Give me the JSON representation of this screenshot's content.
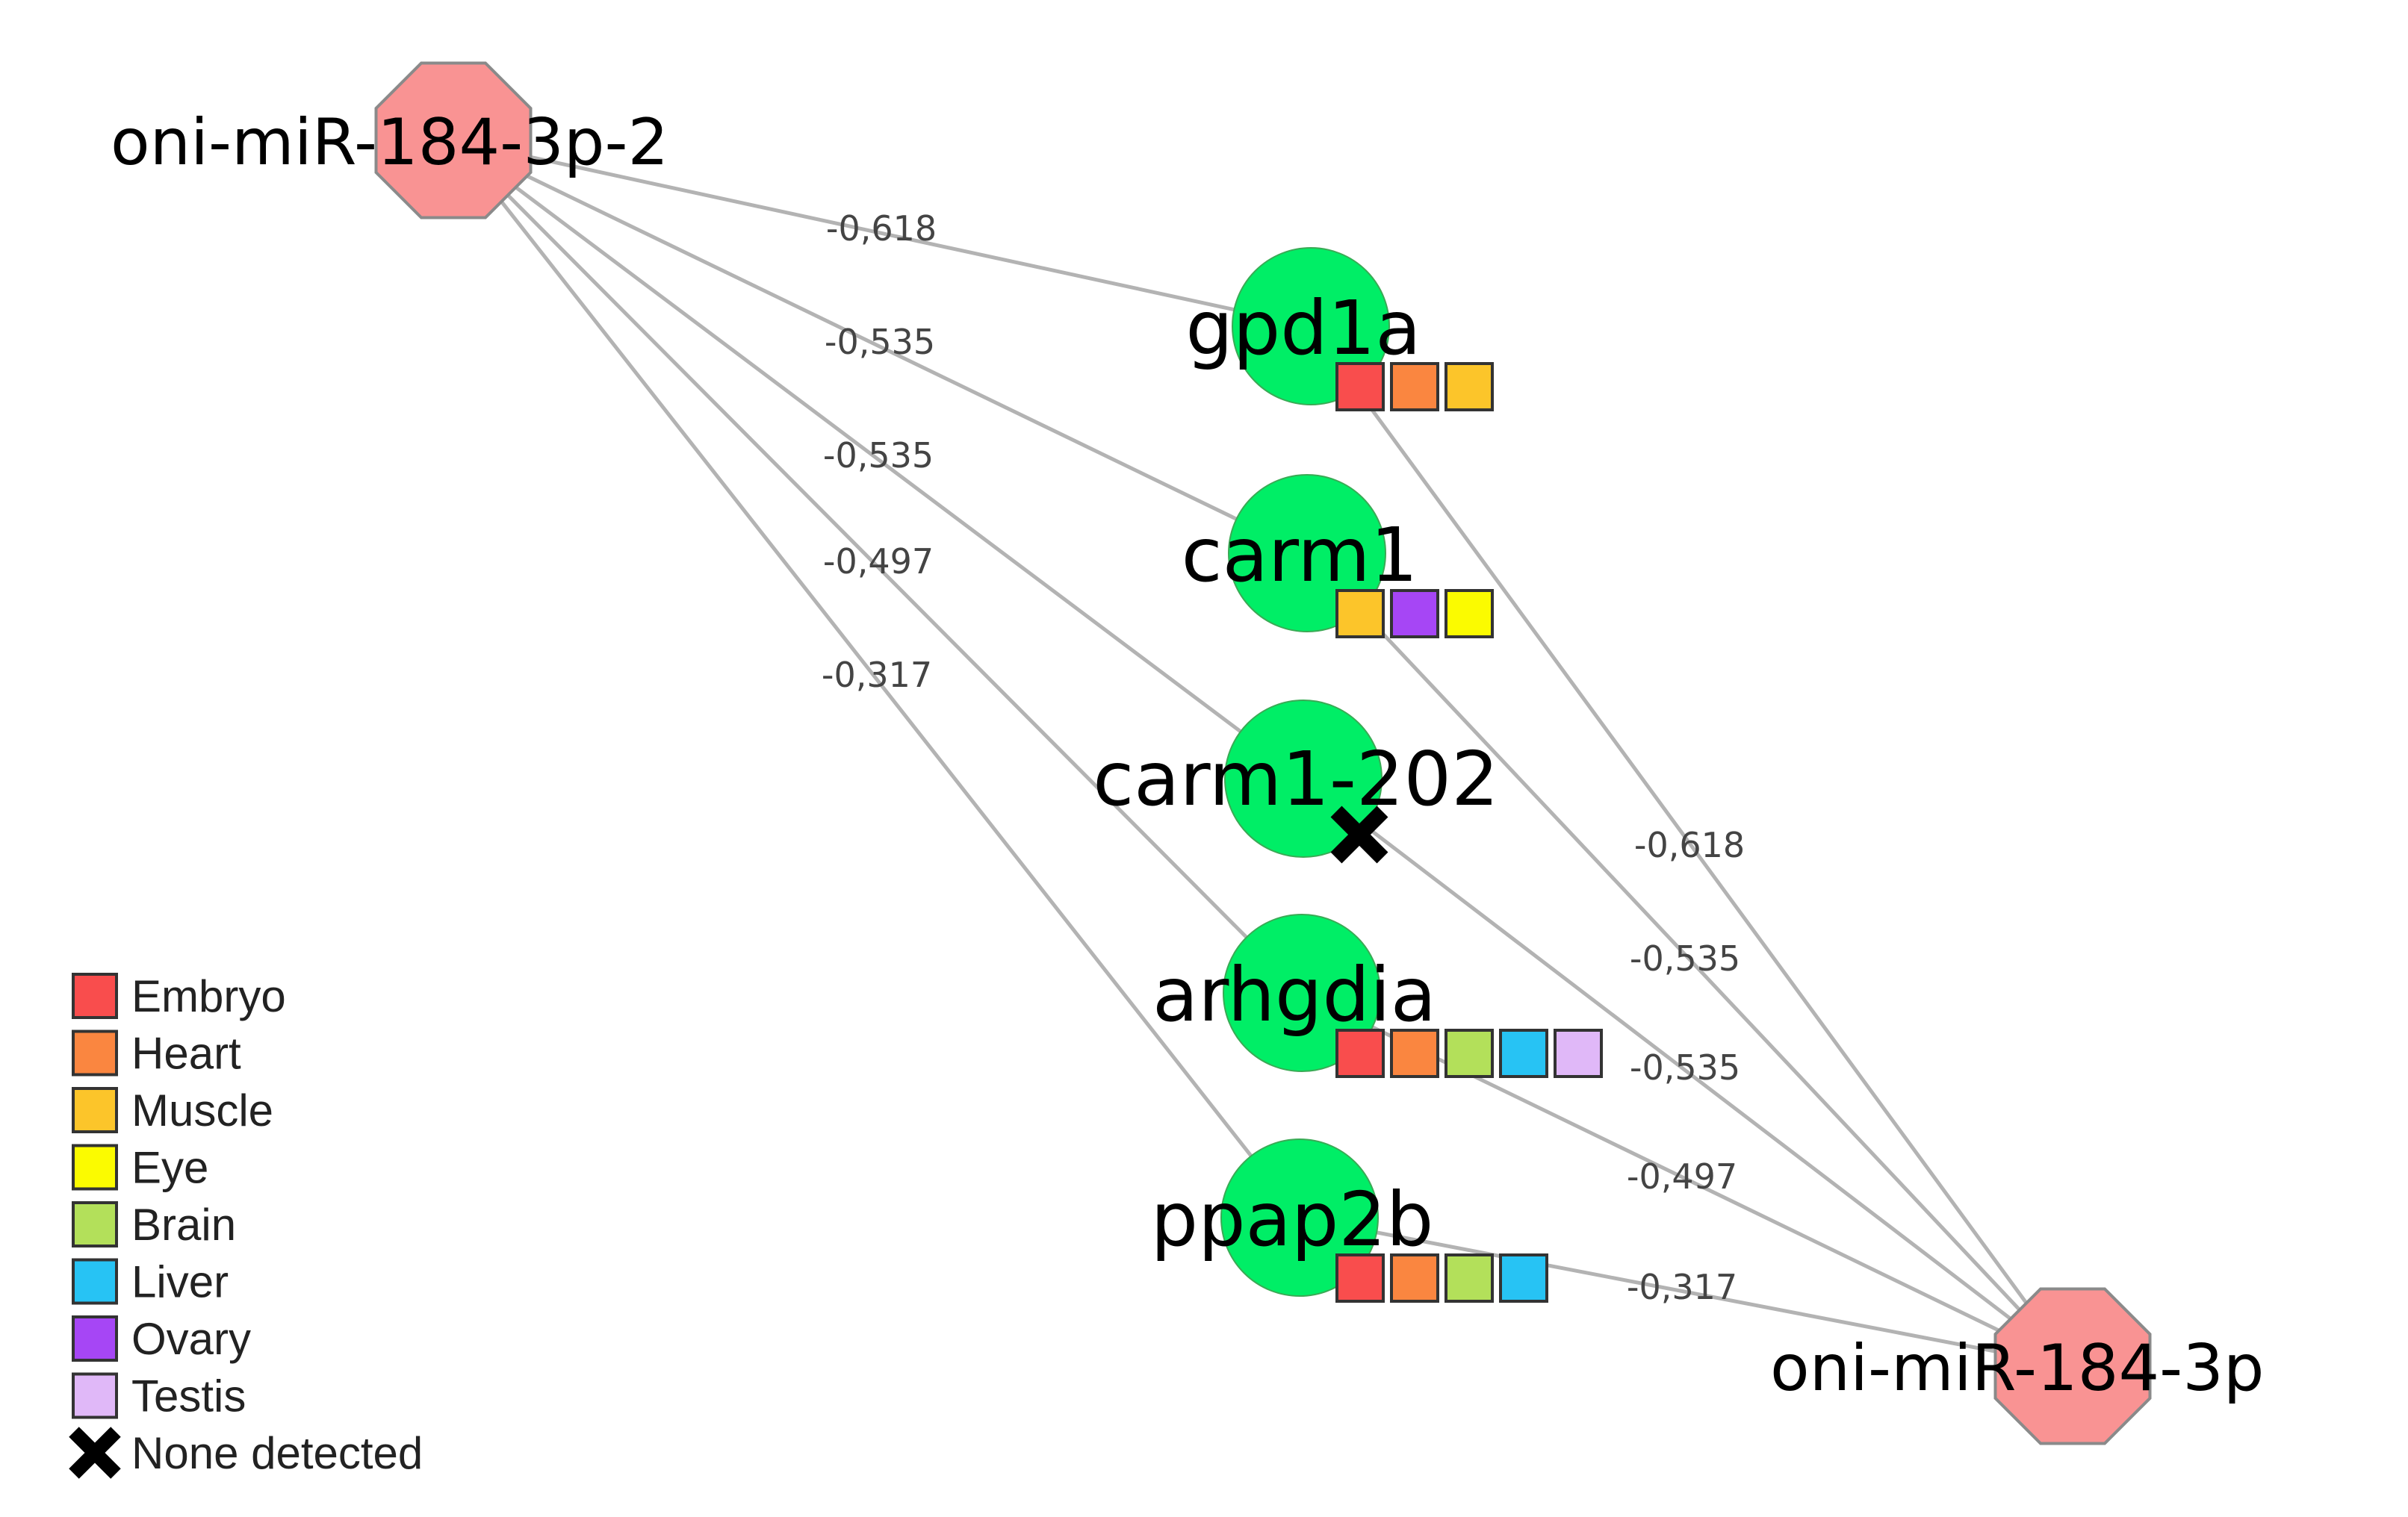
{
  "diagram": {
    "type": "mirna-target-network",
    "mirnas": [
      {
        "id": "m2",
        "label": "oni-miR-184-3p-2",
        "color": "#f99393"
      },
      {
        "id": "m1",
        "label": "oni-miR-184-3p",
        "color": "#f99393"
      }
    ],
    "genes": [
      {
        "id": "gpd1a",
        "label": "gpd1a",
        "color": "#00ee66",
        "tissues": [
          "embryo",
          "heart",
          "muscle"
        ]
      },
      {
        "id": "carm1",
        "label": "carm1",
        "color": "#00ee66",
        "tissues": [
          "muscle",
          "ovary",
          "eye"
        ]
      },
      {
        "id": "carm1202",
        "label": "carm1-202",
        "color": "#00ee66",
        "tissues": []
      },
      {
        "id": "arhgdia",
        "label": "arhgdia",
        "color": "#00ee66",
        "tissues": [
          "embryo",
          "heart",
          "brain",
          "liver",
          "testis"
        ]
      },
      {
        "id": "ppap2b",
        "label": "ppap2b",
        "color": "#00ee66",
        "tissues": [
          "embryo",
          "heart",
          "brain",
          "liver"
        ]
      }
    ],
    "edges": [
      {
        "from": "m2",
        "to": "gpd1a",
        "weight": "-0,618"
      },
      {
        "from": "m2",
        "to": "carm1",
        "weight": "-0,535"
      },
      {
        "from": "m2",
        "to": "carm1202",
        "weight": "-0,535"
      },
      {
        "from": "m2",
        "to": "arhgdia",
        "weight": "-0,497"
      },
      {
        "from": "m2",
        "to": "ppap2b",
        "weight": "-0,317"
      },
      {
        "from": "m1",
        "to": "gpd1a",
        "weight": "-0,618"
      },
      {
        "from": "m1",
        "to": "carm1",
        "weight": "-0,535"
      },
      {
        "from": "m1",
        "to": "carm1202",
        "weight": "-0,535"
      },
      {
        "from": "m1",
        "to": "arhgdia",
        "weight": "-0,497"
      },
      {
        "from": "m1",
        "to": "ppap2b",
        "weight": "-0,317"
      }
    ],
    "tissue_colors": {
      "embryo": "#f94d4d",
      "heart": "#fa8640",
      "muscle": "#fcc52a",
      "eye": "#fbfb00",
      "brain": "#b3e05a",
      "liver": "#27c3f4",
      "ovary": "#a646f5",
      "testis": "#e0b8f8"
    }
  },
  "legend": {
    "items": [
      {
        "key": "embryo",
        "label": "Embryo"
      },
      {
        "key": "heart",
        "label": "Heart"
      },
      {
        "key": "muscle",
        "label": "Muscle"
      },
      {
        "key": "eye",
        "label": "Eye"
      },
      {
        "key": "brain",
        "label": "Brain"
      },
      {
        "key": "liver",
        "label": "Liver"
      },
      {
        "key": "ovary",
        "label": "Ovary"
      },
      {
        "key": "testis",
        "label": "Testis"
      }
    ],
    "none_label": "None detected",
    "none_icon": "cross-icon"
  }
}
